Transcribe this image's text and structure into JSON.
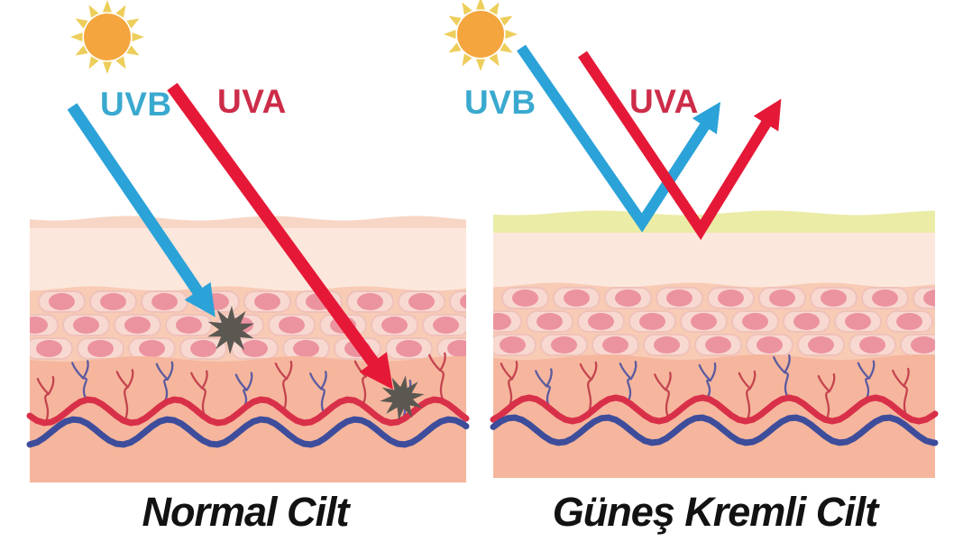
{
  "panels": [
    {
      "id": "normal-skin",
      "title": "Normal Cilt",
      "uvb_label": "UVB",
      "uva_label": "UVA"
    },
    {
      "id": "sunscreen-skin",
      "title": "Güneş Kremli Cilt",
      "uvb_label": "UVB",
      "uva_label": "UVA"
    }
  ],
  "colors": {
    "background": "#FFFFFF",
    "uvb_arrow": "#2BA2D8",
    "uva_arrow": "#E51937",
    "uvb_text": "#3AA9CF",
    "uva_text": "#CD2C49",
    "sun_core": "#F4A53E",
    "sun_rays": "#EDCE5B",
    "sunscreen_layer": "#EBECA6",
    "epidermis": "#FCE7DC",
    "epidermis_edge": "#F7D6C5",
    "cell_layer_bg": "#F8CBB5",
    "cell_body": "#F8D9D2",
    "cell_outline": "#EFC2BA",
    "cell_nucleus": "#EC93A0",
    "dermis": "#F5B69D",
    "artery": "#D93049",
    "vein": "#3E4D9B",
    "capillary_red": "#C5444F",
    "capillary_purple": "#5B5BA0",
    "impact_burst": "#5B5852",
    "title_text": "#121212"
  }
}
